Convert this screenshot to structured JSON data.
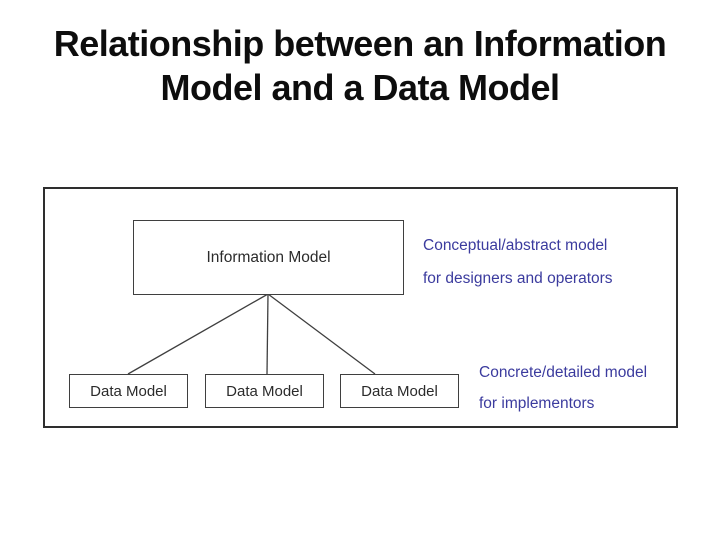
{
  "slide": {
    "title_line1": "Relationship between an Information",
    "title_line2": "Model and a Data Model"
  },
  "diagram": {
    "info_box": {
      "label": "Information Model"
    },
    "data_boxes": [
      {
        "label": "Data Model"
      },
      {
        "label": "Data Model"
      },
      {
        "label": "Data Model"
      }
    ],
    "conceptual_note": {
      "line1": "Conceptual/abstract model",
      "line2": "for designers and operators"
    },
    "concrete_note": {
      "line1": "Concrete/detailed model",
      "line2": "for implementors"
    }
  },
  "colors": {
    "title_text": "#0d0d0d",
    "diagram_text": "#2b2b2b",
    "note_text": "#3b3b9e",
    "box_border": "#3f3f3f",
    "outer_border": "#2e2e2e"
  }
}
